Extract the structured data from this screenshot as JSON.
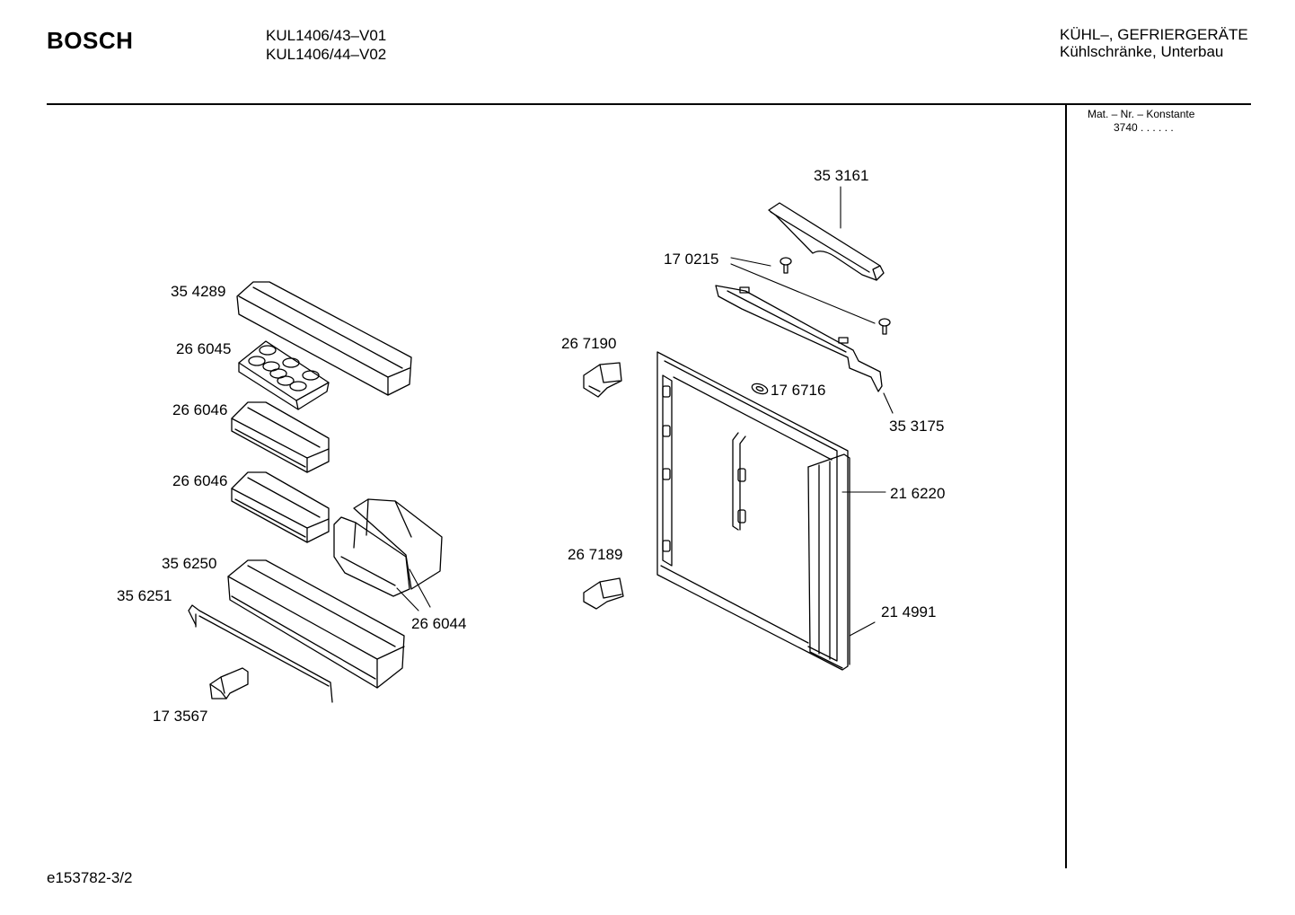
{
  "header": {
    "brand": "BOSCH",
    "models": [
      "KUL1406/43–V01",
      "KUL1406/44–V02"
    ],
    "category_line1": "KÜHL–, GEFRIERGERÄTE",
    "category_line2": "Kühlschränke, Unterbau"
  },
  "sidebar": {
    "mat_label": "Mat. – Nr. – Konstante",
    "mat_value": "3740 . .   . . . ."
  },
  "footer": {
    "drawing_id": "e153782-3/2"
  },
  "parts": [
    {
      "id": "part-353161",
      "number": "35 3161"
    },
    {
      "id": "part-170215",
      "number": "17 0215"
    },
    {
      "id": "part-354289",
      "number": "35 4289"
    },
    {
      "id": "part-266045",
      "number": "26 6045"
    },
    {
      "id": "part-267190",
      "number": "26 7190"
    },
    {
      "id": "part-176716",
      "number": "17 6716"
    },
    {
      "id": "part-353175",
      "number": "35 3175"
    },
    {
      "id": "part-266046-a",
      "number": "26 6046"
    },
    {
      "id": "part-266046-b",
      "number": "26 6046"
    },
    {
      "id": "part-216220",
      "number": "21 6220"
    },
    {
      "id": "part-356250",
      "number": "35 6250"
    },
    {
      "id": "part-267189",
      "number": "26 7189"
    },
    {
      "id": "part-356251",
      "number": "35 6251"
    },
    {
      "id": "part-214991",
      "number": "21 4991"
    },
    {
      "id": "part-266044",
      "number": "26 6044"
    },
    {
      "id": "part-173567",
      "number": "17 3567"
    }
  ]
}
